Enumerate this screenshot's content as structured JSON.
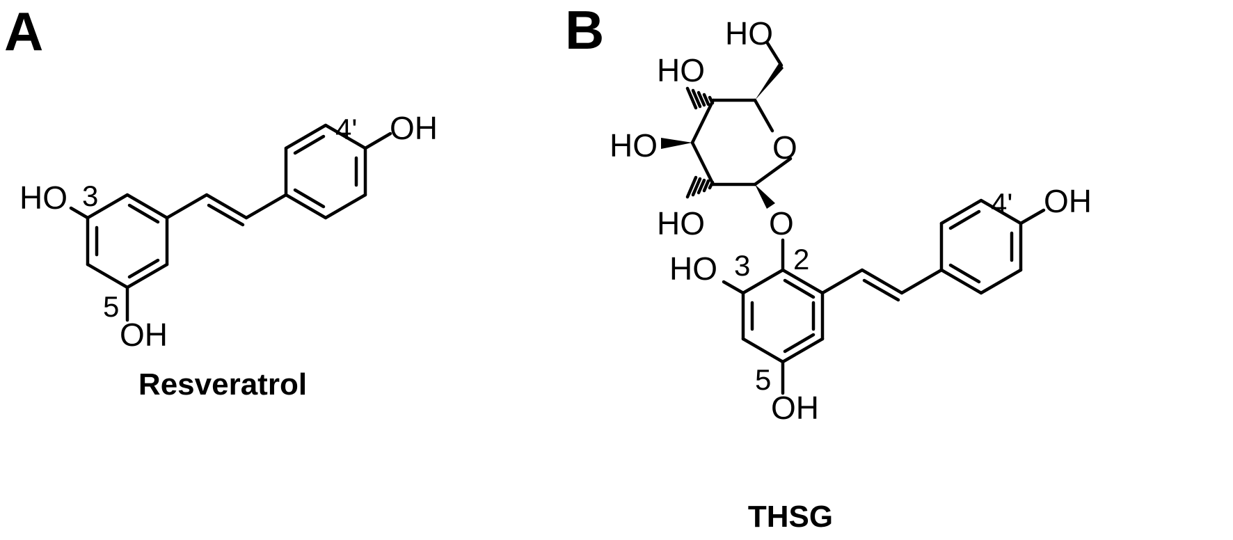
{
  "panels": {
    "a": {
      "label": "A",
      "name": "Resveratrol",
      "atoms": {
        "oh_3": "HO",
        "oh_5": "OH",
        "oh_4p": "OH"
      },
      "positions": {
        "p3": "3",
        "p5": "5",
        "p4p": "4'"
      }
    },
    "b": {
      "label": "B",
      "name": "THSG",
      "atoms": {
        "ho_ch2": "HO",
        "ho_c4": "HO",
        "ho_c3": "HO",
        "ho_c2": "HO",
        "ring_o": "O",
        "glyco_o": "O",
        "oh_3": "HO",
        "oh_5": "OH",
        "oh_4p": "OH"
      },
      "positions": {
        "p2": "2",
        "p3": "3",
        "p5": "5",
        "p4p": "4'"
      }
    }
  }
}
